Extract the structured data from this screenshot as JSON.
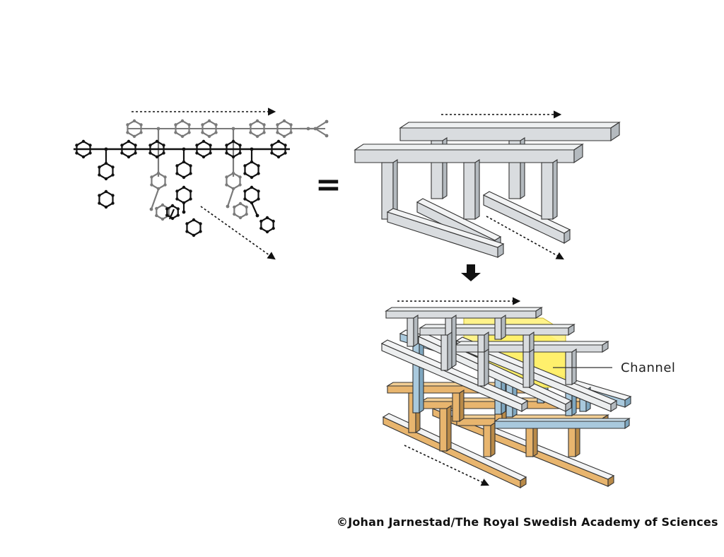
{
  "diagram": {
    "equals_sign": "=",
    "channel_label": "Channel",
    "credit": "©Johan Jarnestad/The Royal Swedish Academy of Sciences"
  },
  "colors": {
    "molecule_dark": "#111111",
    "molecule_grey": "#7a7a7a",
    "grey_frame": "#d9dcdf",
    "grey_frame_side": "#b4babf",
    "blue_frame": "#a9c9dd",
    "blue_frame_side": "#7fa7c0",
    "orange_frame": "#e8b56e",
    "orange_frame_side": "#b98a48",
    "channel_yellow": "#fff176",
    "arrow_black": "#111111"
  },
  "icons": {
    "equals": "equals-sign",
    "down_arrow": "down-arrow-icon",
    "direction_arrows": "dotted-arrow-icon"
  }
}
